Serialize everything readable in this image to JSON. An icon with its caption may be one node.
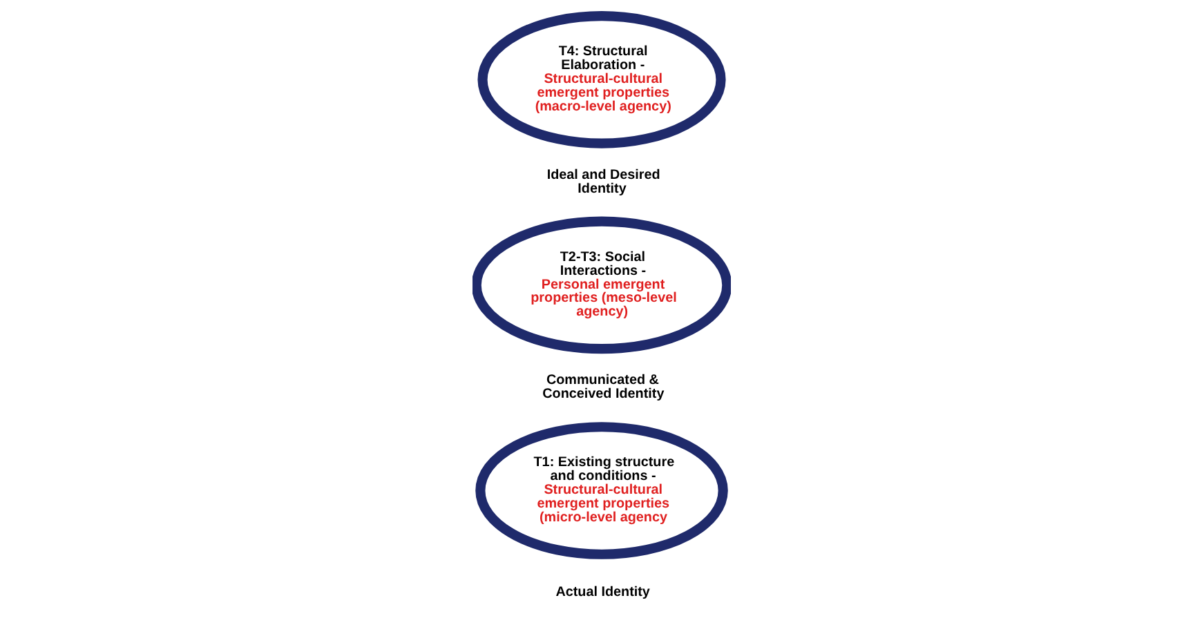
{
  "diagram": {
    "nodes": [
      {
        "text": [
          "T1: Existing structure and conditions -",
          "Structural-cultural emergent properties (micro-level agency"
        ]
      },
      {
        "text": [
          "T2-T3: Social Interactions -",
          "Personal emergent properties (meso-level agency)"
        ]
      },
      {
        "text": [
          "T4: Structural Elaboration -",
          "Structural-cultural emergent properties (macro-level agency)"
        ]
      }
    ],
    "labels": [
      "Actual Identity",
      "Communicated & Conceived Identity",
      "Ideal and Desired Identity"
    ]
  }
}
